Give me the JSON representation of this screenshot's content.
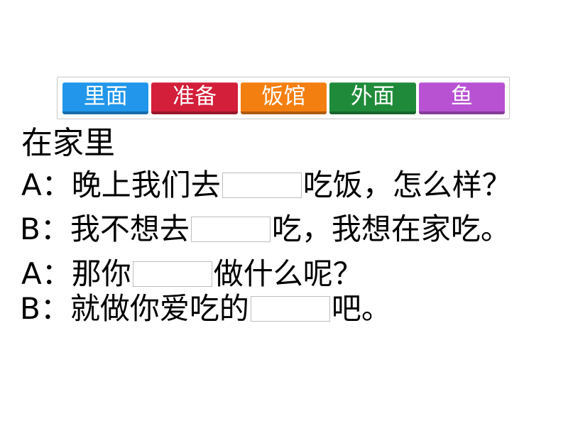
{
  "word_bank": [
    "里面",
    "准备",
    "饭馆",
    "外面",
    "鱼"
  ],
  "title": "在家里",
  "dialogue": [
    {
      "before": "A：晚上我们去",
      "after": "吃饭，怎么样？"
    },
    {
      "before": "B：我不想去",
      "after": "吃，我想在家吃。"
    },
    {
      "before": "A：那你",
      "after": "做什么呢？"
    },
    {
      "before": "B：就做你爱吃的",
      "after": "吧。"
    }
  ]
}
